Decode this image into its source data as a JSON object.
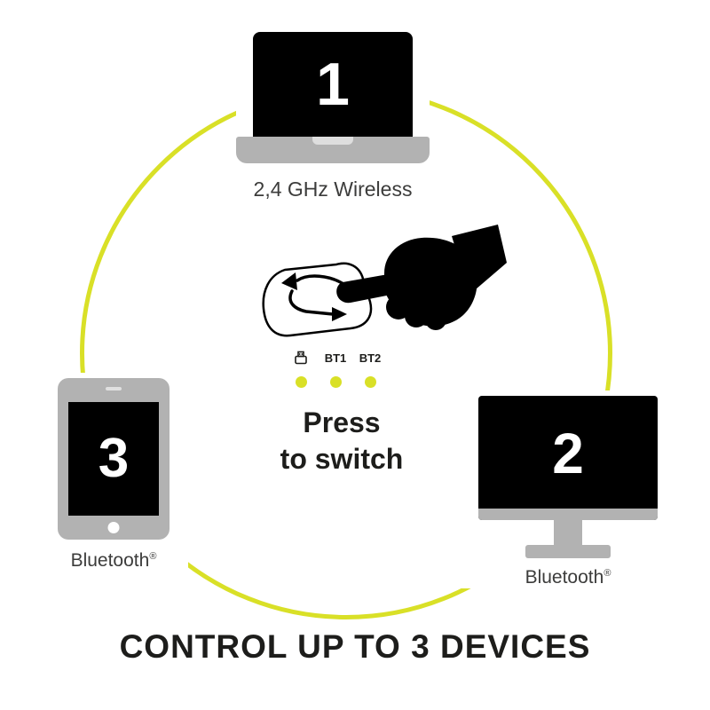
{
  "title": "CONTROL UP TO 3 DEVICES",
  "devices": [
    {
      "number": "1",
      "label": "2,4 GHz Wireless",
      "reg": ""
    },
    {
      "number": "2",
      "label": "Bluetooth",
      "reg": "®"
    },
    {
      "number": "3",
      "label": "Bluetooth",
      "reg": "®"
    }
  ],
  "center": {
    "bt1": "BT1",
    "bt2": "BT2",
    "press_line1": "Press",
    "press_line2": "to switch"
  },
  "colors": {
    "accent_yellow": "#d9e027",
    "device_gray": "#b2b2b2",
    "text_dark": "#1d1d1b"
  }
}
